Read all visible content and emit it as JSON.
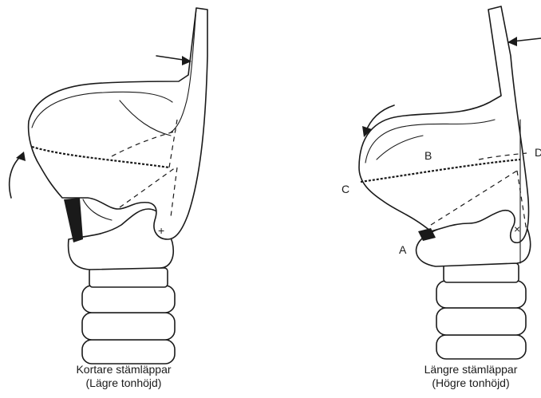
{
  "left_figure": {
    "caption_line1": "Kortare stämläppar",
    "caption_line2": "(Lägre tonhöjd)"
  },
  "right_figure": {
    "caption_line1": "Längre stämläppar",
    "caption_line2": "(Högre tonhöjd)",
    "point_labels": {
      "a": "A",
      "b": "B",
      "c": "C",
      "d": "D"
    }
  },
  "colors": {
    "ink": "#1a1a1a",
    "background": "#ffffff"
  }
}
